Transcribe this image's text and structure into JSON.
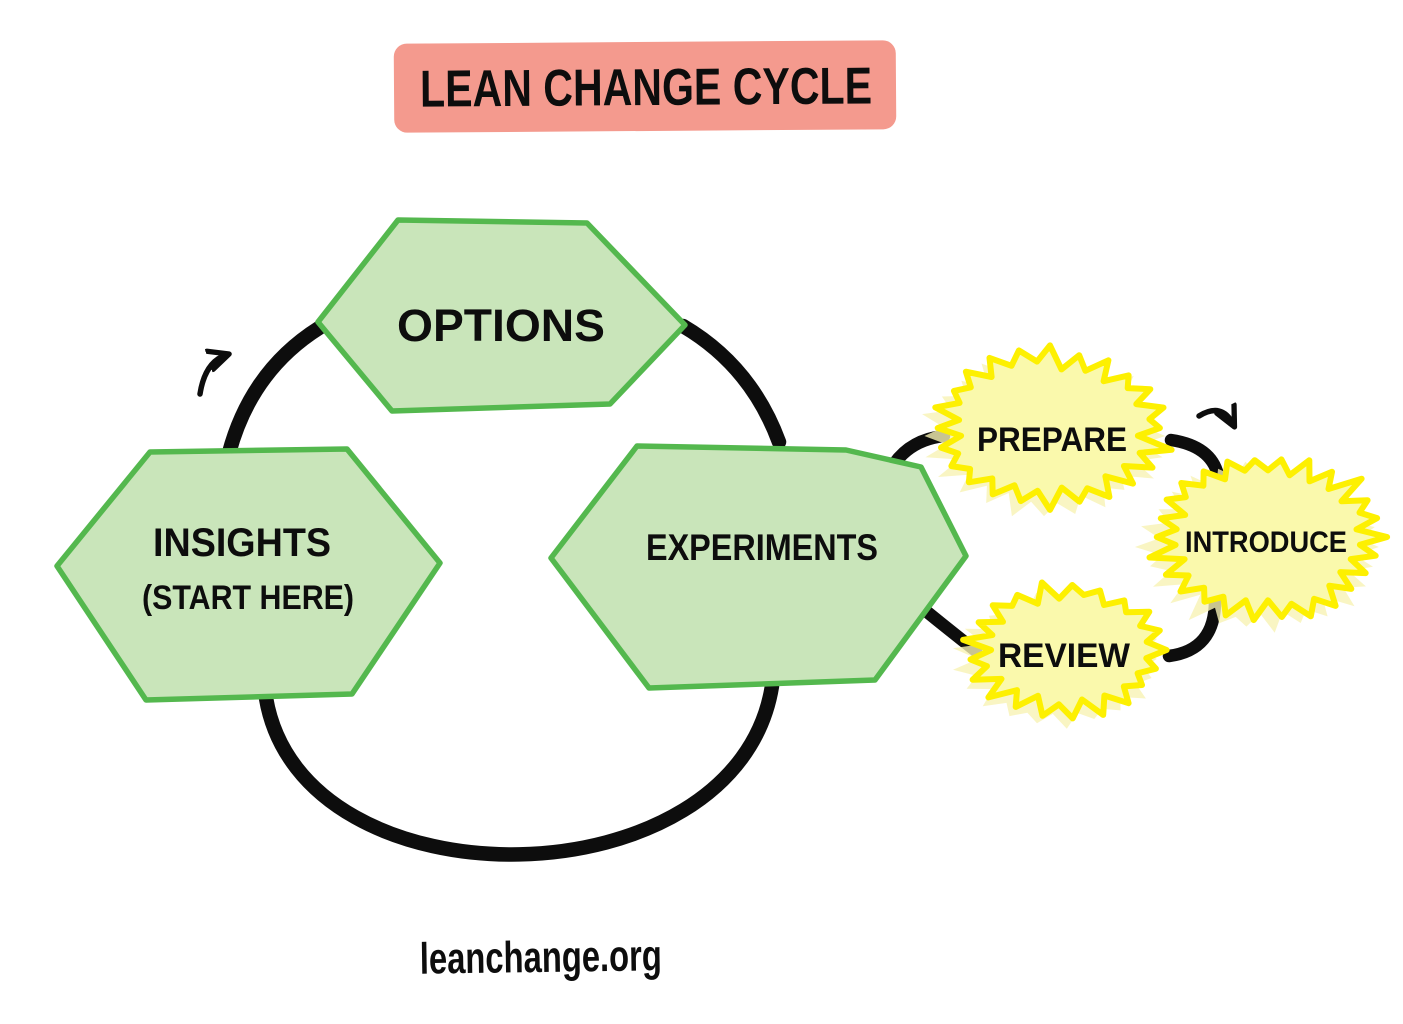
{
  "title": {
    "label": "LEAN CHANGE CYCLE"
  },
  "nodes": {
    "insights": {
      "label": "INSIGHTS",
      "sublabel": "(START HERE)"
    },
    "options": {
      "label": "OPTIONS"
    },
    "experiments": {
      "label": "EXPERIMENTS"
    },
    "prepare": {
      "label": "PREPARE"
    },
    "introduce": {
      "label": "INTRODUCE"
    },
    "review": {
      "label": "REVIEW"
    }
  },
  "footer": {
    "label": "leanchange.org"
  },
  "icons": {
    "main_cycle_arrow": "curved-arrow-up-right",
    "sub_cycle_arrow": "curved-arrow-down-right"
  },
  "colors": {
    "banner_pink": "#F49A8E",
    "hexagon_fill": "#C9E5BA",
    "hexagon_border": "#54B84E",
    "burst_fill": "#FAF9AC",
    "burst_halo": "#F8F2B4",
    "burst_border": "#FDF001",
    "ink": "#0D0D0D"
  }
}
